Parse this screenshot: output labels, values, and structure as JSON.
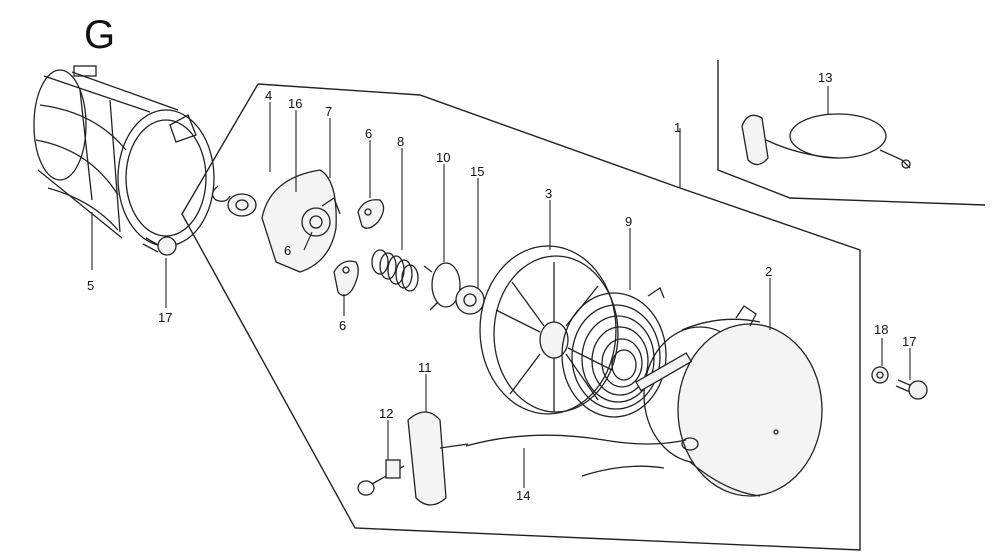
{
  "section_letter": "G",
  "callouts": {
    "c1": "1",
    "c2": "2",
    "c3": "3",
    "c4": "4",
    "c5": "5",
    "c6a": "6",
    "c6b": "6",
    "c6c": "6",
    "c7": "7",
    "c8": "8",
    "c9": "9",
    "c10": "10",
    "c11": "11",
    "c12": "12",
    "c13": "13",
    "c14": "14",
    "c15": "15",
    "c16": "16",
    "c17a": "17",
    "c17b": "17",
    "c18": "18"
  }
}
